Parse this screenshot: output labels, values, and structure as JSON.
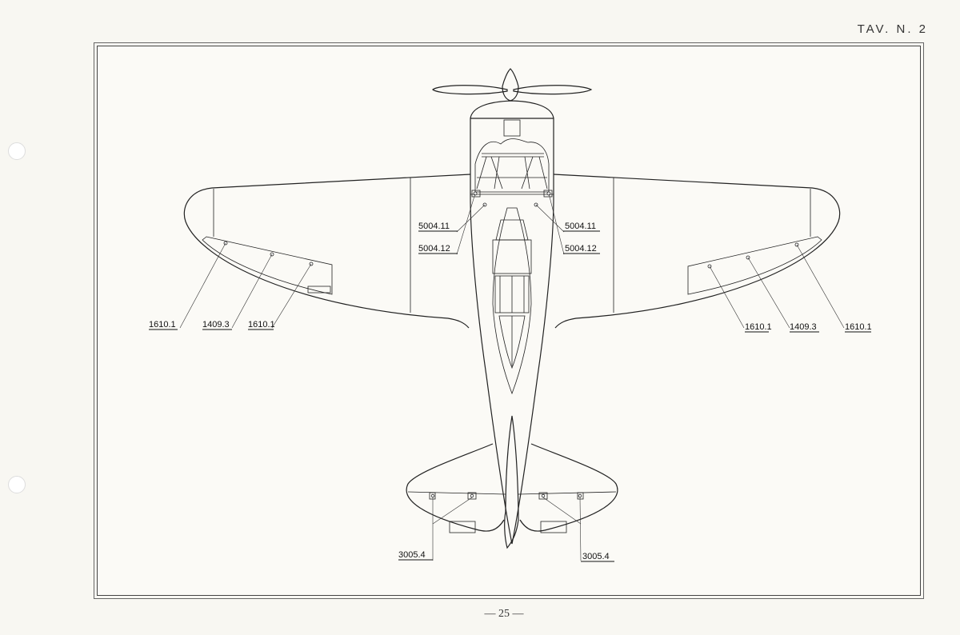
{
  "header": {
    "plate": "TAV. N. 2"
  },
  "footer": {
    "page": "— 25 —"
  },
  "callouts": {
    "left_wing": [
      "1610.1",
      "1409.3",
      "1610.1"
    ],
    "right_wing": [
      "1610.1",
      "1409.3",
      "1610.1"
    ],
    "engine_left": [
      "5004.11",
      "5004.12"
    ],
    "engine_right": [
      "5004.11",
      "5004.12"
    ],
    "tail_left": "3005.4",
    "tail_right": "3005.4"
  }
}
